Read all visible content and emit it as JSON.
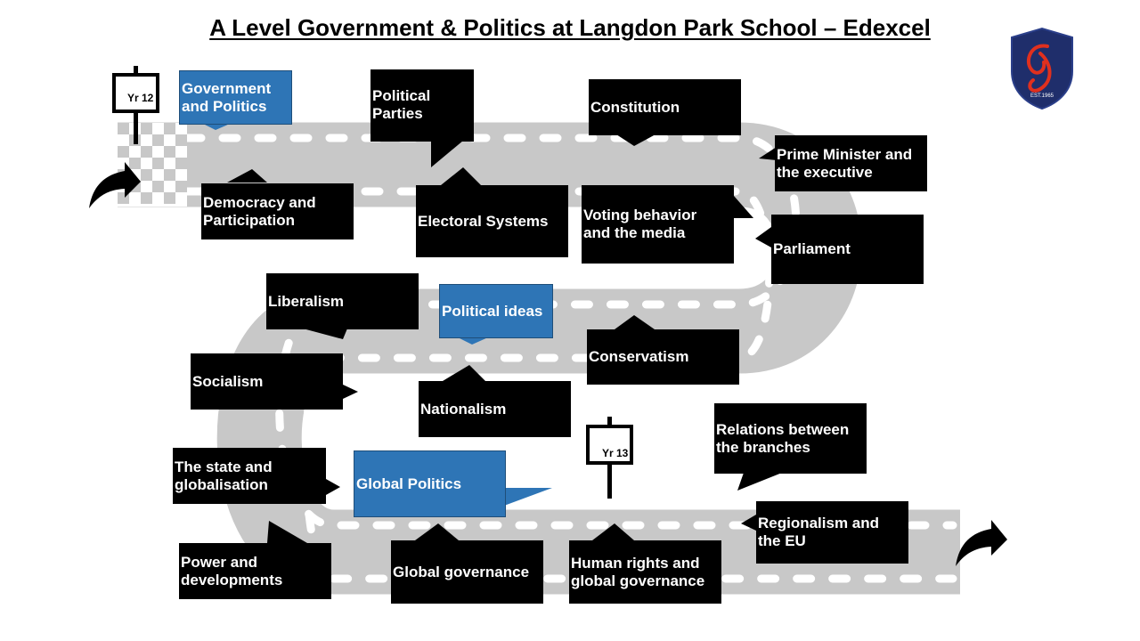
{
  "title": "A Level Government & Politics at Langdon Park School – Edexcel",
  "colors": {
    "road": "#c8c8c8",
    "box": "#000000",
    "blue_box": "#2e75b6",
    "crest": "#1f2e6b",
    "crest_mark": "#e0301e"
  },
  "signs": {
    "yr12": "Yr 12",
    "yr13": "Yr 13"
  },
  "crest": {
    "est": "EST.1965"
  },
  "topics": {
    "gov_politics": "Government\nand Politics",
    "democracy": "Democracy and\nParticipation",
    "parties": "Political\nParties",
    "electoral": "Electoral Systems",
    "constitution": "Constitution",
    "voting": "Voting behavior\nand the media",
    "pm": "Prime Minister and\nthe executive",
    "parliament": "Parliament",
    "liberalism": "Liberalism",
    "political_ideas": "Political ideas",
    "conservatism": "Conservatism",
    "socialism": "Socialism",
    "nationalism": "Nationalism",
    "relations": "Relations between\nthe branches",
    "state_glob": "The state and\nglobalisation",
    "global_politics": "Global Politics",
    "regionalism": "Regionalism and\nthe EU",
    "power_dev": "Power and\ndevelopments",
    "global_gov": "Global governance",
    "human_rights": "Human rights and\nglobal governance"
  }
}
